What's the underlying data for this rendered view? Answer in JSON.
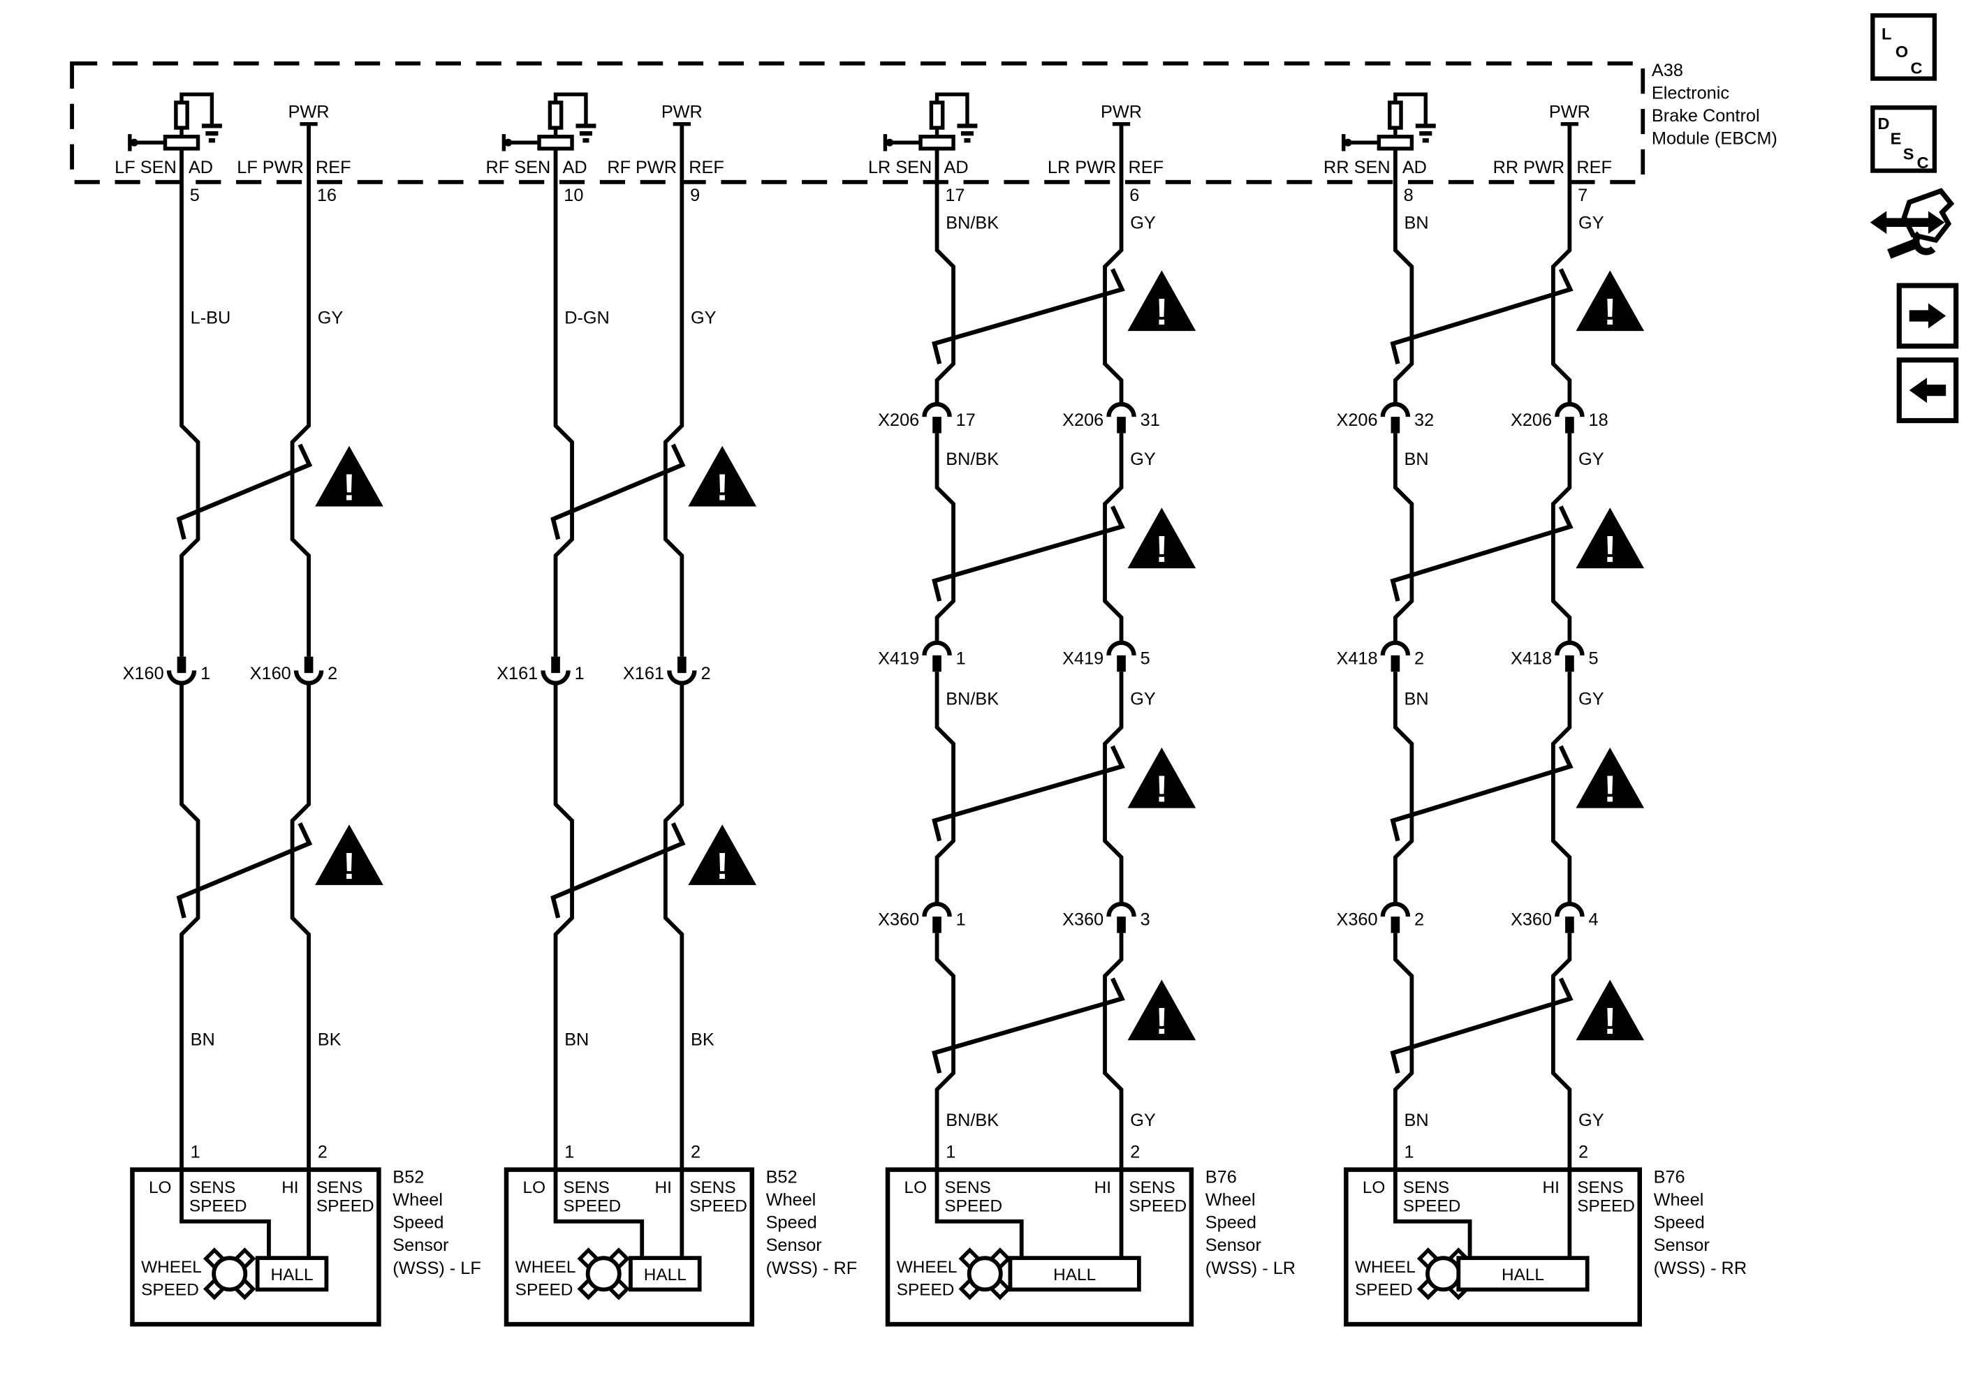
{
  "warning_mark": "!",
  "ebcm": {
    "label_lines": [
      "A38",
      "Electronic",
      "Brake Control",
      "Module (EBCM)"
    ],
    "channels": [
      {
        "pwr": "PWR",
        "sen_label": "LF SEN",
        "ad_label": "AD",
        "pwr_label": "LF PWR",
        "ref_label": "REF",
        "sen_pin": "5",
        "ref_pin": "16"
      },
      {
        "pwr": "PWR",
        "sen_label": "RF SEN",
        "ad_label": "AD",
        "pwr_label": "RF PWR",
        "ref_label": "REF",
        "sen_pin": "10",
        "ref_pin": "9"
      },
      {
        "pwr": "PWR",
        "sen_label": "LR SEN",
        "ad_label": "AD",
        "pwr_label": "LR PWR",
        "ref_label": "REF",
        "sen_pin": "17",
        "ref_pin": "6"
      },
      {
        "pwr": "PWR",
        "sen_label": "RR SEN",
        "ad_label": "AD",
        "pwr_label": "RR PWR",
        "ref_label": "REF",
        "sen_pin": "8",
        "ref_pin": "7"
      }
    ]
  },
  "box_labels": {
    "lo": "LO",
    "hi": "HI",
    "sens": "SENS",
    "speed": "SPEED",
    "wheel": "WHEEL",
    "wheel_speed": "SPEED",
    "hall": "HALL"
  },
  "columns": [
    {
      "colors": [
        [
          "L-BU",
          "GY"
        ],
        [
          "BN",
          "BK"
        ]
      ],
      "connectors": [
        {
          "name": "X160",
          "left_pin": "1",
          "right_pin": "2"
        }
      ],
      "box_pins": [
        "1",
        "2"
      ],
      "label_lines": [
        "B52",
        "Wheel",
        "Speed",
        "Sensor",
        "(WSS) - LF"
      ]
    },
    {
      "colors": [
        [
          "D-GN",
          "GY"
        ],
        [
          "BN",
          "BK"
        ]
      ],
      "connectors": [
        {
          "name": "X161",
          "left_pin": "1",
          "right_pin": "2"
        }
      ],
      "box_pins": [
        "1",
        "2"
      ],
      "label_lines": [
        "B52",
        "Wheel",
        "Speed",
        "Sensor",
        "(WSS) - RF"
      ]
    },
    {
      "colors": [
        [
          "BN/BK",
          "GY"
        ],
        [
          "BN/BK",
          "GY"
        ],
        [
          "BN/BK",
          "GY"
        ],
        [
          "BN/BK",
          "GY"
        ]
      ],
      "connectors": [
        {
          "name": "X206",
          "left_pin": "17",
          "right_pin": "31"
        },
        {
          "name": "X419",
          "left_pin": "1",
          "right_pin": "5"
        },
        {
          "name": "X360",
          "left_pin": "1",
          "right_pin": "3"
        }
      ],
      "box_pins": [
        "1",
        "2"
      ],
      "label_lines": [
        "B76",
        "Wheel",
        "Speed",
        "Sensor",
        "(WSS) - LR"
      ]
    },
    {
      "colors": [
        [
          "BN",
          "GY"
        ],
        [
          "BN",
          "GY"
        ],
        [
          "BN",
          "GY"
        ],
        [
          "BN",
          "GY"
        ]
      ],
      "connectors": [
        {
          "name": "X206",
          "left_pin": "32",
          "right_pin": "18"
        },
        {
          "name": "X418",
          "left_pin": "2",
          "right_pin": "5"
        },
        {
          "name": "X360",
          "left_pin": "2",
          "right_pin": "4"
        }
      ],
      "box_pins": [
        "1",
        "2"
      ],
      "label_lines": [
        "B76",
        "Wheel",
        "Speed",
        "Sensor",
        "(WSS) - RR"
      ]
    }
  ],
  "icons": {
    "loc": [
      "L",
      "O",
      "C"
    ],
    "desc": [
      "D",
      "E",
      "S",
      "C"
    ]
  }
}
